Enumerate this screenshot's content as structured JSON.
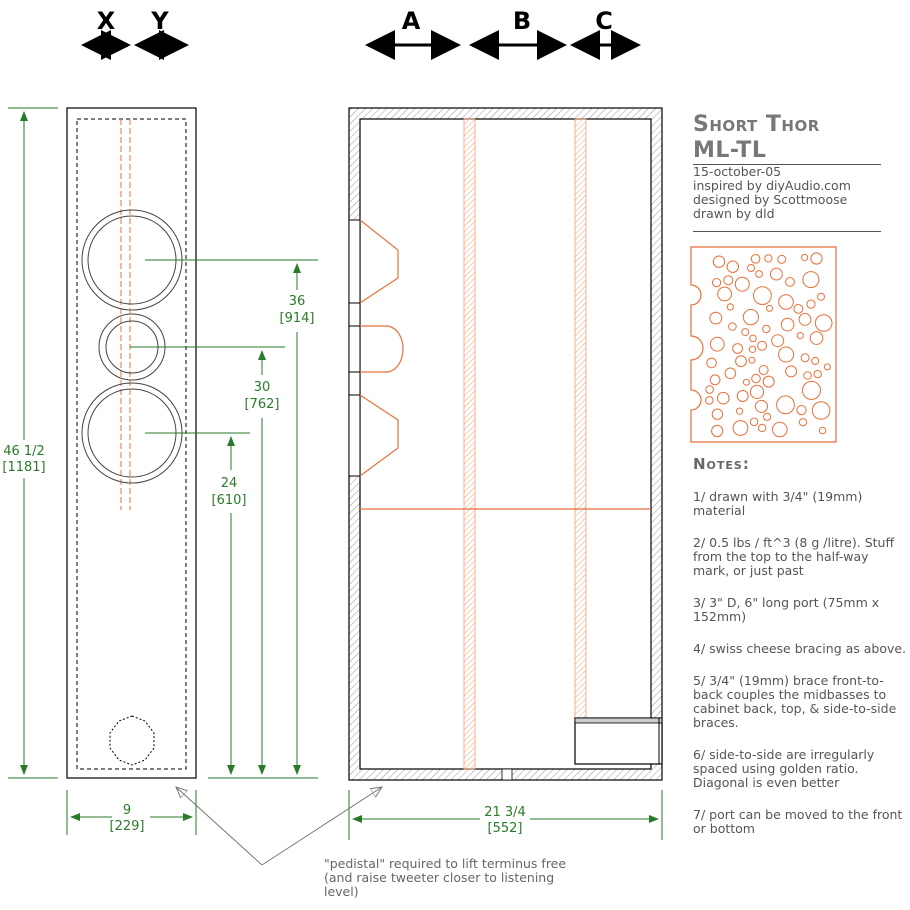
{
  "headers": {
    "x": "X",
    "y": "Y",
    "a": "A",
    "b": "B",
    "c": "C"
  },
  "dimensions": {
    "height_in": "46 1/2",
    "height_mm": "[1181]",
    "d36_in": "36",
    "d36_mm": "[914]",
    "d30_in": "30",
    "d30_mm": "[762]",
    "d24_in": "24",
    "d24_mm": "[610]",
    "width_in": "9",
    "width_mm": "[229]",
    "depth_in": "21 3/4",
    "depth_mm": "[552]"
  },
  "title": {
    "line1": "Short Thor",
    "line2": "ML-TL"
  },
  "meta": {
    "date": "15-october-05",
    "inspired": "inspired by diyAudio.com",
    "designed": "designed by Scottmoose",
    "drawn": "drawn by dld"
  },
  "notes_header": "Notes:",
  "notes": [
    "1/ drawn with 3/4\" (19mm) material",
    "2/ 0.5 lbs / ft^3 (8 g /litre). Stuff from the top to the half-way mark, or just past",
    "3/ 3\" D, 6\" long port (75mm x 152mm)",
    "4/ swiss cheese bracing as above.",
    "5/ 3/4\" (19mm) brace front-to-back couples the midbasses to cabinet back, top, & side-to-side braces.",
    "6/ side-to-side are irregularly spaced using golden ratio. Diagonal is even better",
    "7/ port can be moved to the front or bottom"
  ],
  "pedistal_note": "\"pedistal\" required to lift terminus free (and raise tweeter closer to listening level)",
  "colors": {
    "dimension": "#2a7a2a",
    "brace": "#e8703a",
    "outline": "#000000"
  }
}
